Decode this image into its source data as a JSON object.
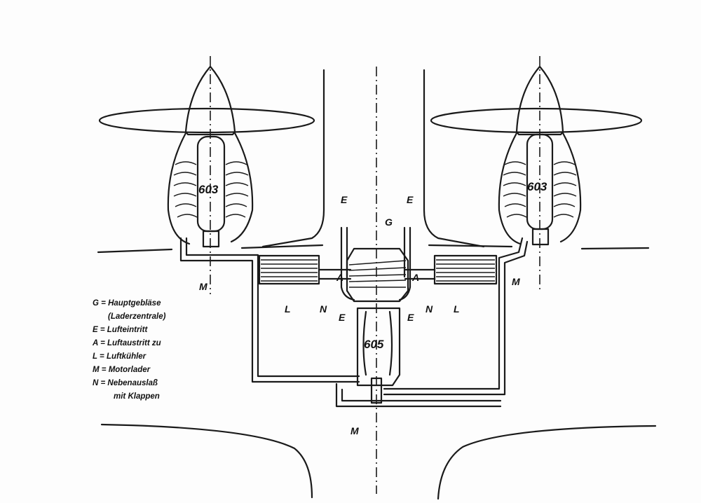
{
  "diagram": {
    "engine_labels": {
      "left": "603",
      "right": "603",
      "center": "605"
    },
    "labels": {
      "G": "G",
      "E": "E",
      "A": "A",
      "L": "L",
      "M": "M",
      "N": "N"
    },
    "legend": [
      {
        "key": "G",
        "text": "= Hauptgebläse"
      },
      {
        "key": "",
        "text": "(Laderzentrale)"
      },
      {
        "key": "E",
        "text": "= Lufteintritt"
      },
      {
        "key": "A",
        "text": "= Luftaustritt zu"
      },
      {
        "key": "L",
        "text": "= Luftkühler"
      },
      {
        "key": "M",
        "text": "= Motorlader"
      },
      {
        "key": "N",
        "text": "= Nebenauslaß"
      },
      {
        "key": "",
        "text": "mit Klappen"
      }
    ]
  }
}
